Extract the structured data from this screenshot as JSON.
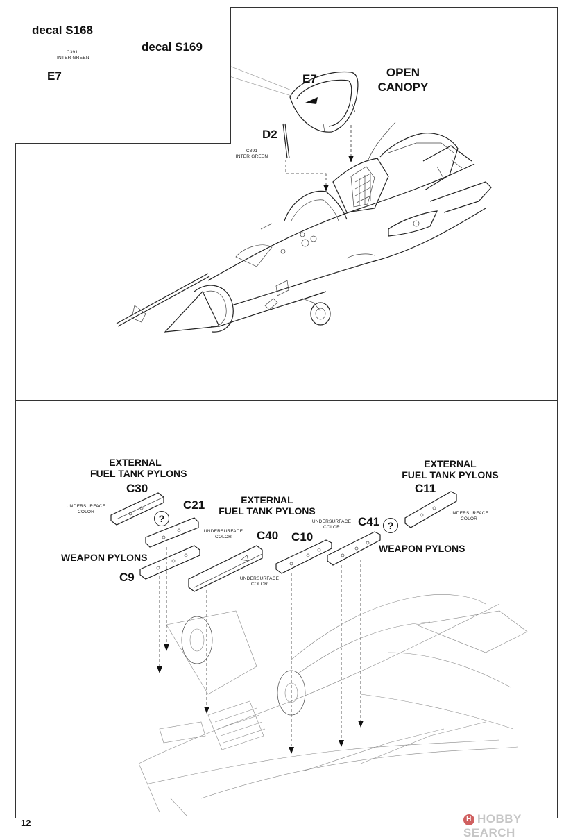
{
  "top_step": {
    "inset": {
      "decal_left": "decal S168",
      "decal_right": "decal S169",
      "part": "E7",
      "color_code": "C391",
      "color_name": "INTER GREEN"
    },
    "main": {
      "part_canopy": "E7",
      "note_open_canopy_line1": "OPEN",
      "note_open_canopy_line2": "CANOPY",
      "part_strut": "D2",
      "color_code": "C391",
      "color_name": "INTER GREEN"
    }
  },
  "bottom_step": {
    "left_tank_pylons_line1": "EXTERNAL",
    "left_tank_pylons_line2": "FUEL TANK PYLONS",
    "center_tank_pylons_line1": "EXTERNAL",
    "center_tank_pylons_line2": "FUEL TANK PYLONS",
    "right_tank_pylons_line1": "EXTERNAL",
    "right_tank_pylons_line2": "FUEL TANK PYLONS",
    "weapon_pylons_left": "WEAPON PYLONS",
    "weapon_pylons_right": "WEAPON PYLONS",
    "parts": {
      "c30": "C30",
      "c21": "C21",
      "c40": "C40",
      "c10": "C10",
      "c41": "C41",
      "c11": "C11",
      "c9": "C9"
    },
    "undersurface_line1": "UNDERSURFACE",
    "undersurface_line2": "COLOR",
    "query_symbol": "?"
  },
  "footer": {
    "page_number": "12",
    "watermark": "HOBBY SEARCH",
    "watermark_icon": "H"
  }
}
